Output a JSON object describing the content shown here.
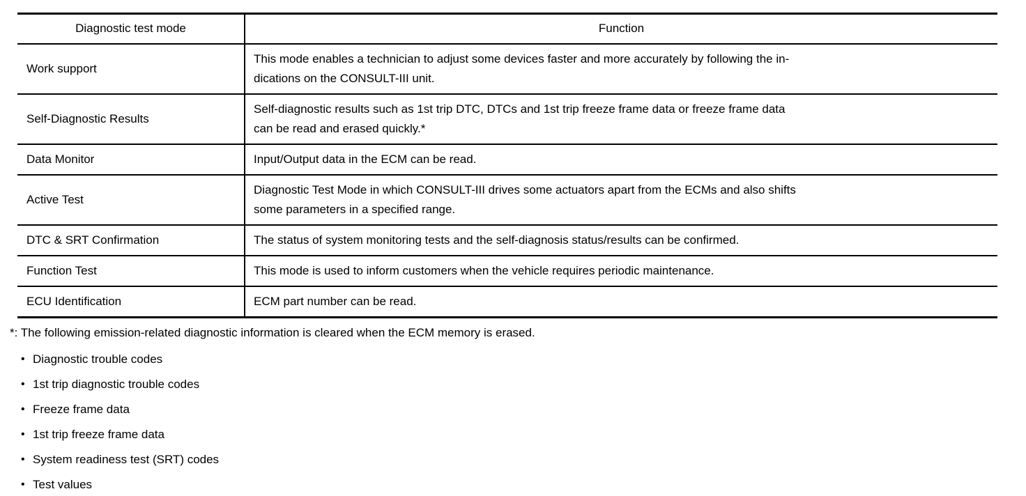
{
  "document": {
    "table": {
      "headers": {
        "mode": "Diagnostic test mode",
        "function": "Function"
      },
      "rows": [
        {
          "mode": "Work support",
          "function": "This mode enables a technician to adjust some devices faster and more accurately by following the in-\ndications on the CONSULT-III unit."
        },
        {
          "mode": "Self-Diagnostic Results",
          "function": "Self-diagnostic results such as 1st trip DTC, DTCs and 1st trip freeze frame data or freeze frame data\ncan be read and erased quickly.*"
        },
        {
          "mode": "Data Monitor",
          "function": "Input/Output data in the ECM can be read."
        },
        {
          "mode": "Active Test",
          "function": "Diagnostic Test Mode in which CONSULT-III drives some actuators apart from the ECMs and also shifts\nsome parameters in a specified range."
        },
        {
          "mode": "DTC & SRT Confirmation",
          "function": "The status of system monitoring tests and the self-diagnosis status/results can be confirmed."
        },
        {
          "mode": "Function Test",
          "function": "This mode is used to inform customers when the vehicle requires periodic maintenance."
        },
        {
          "mode": "ECU Identification",
          "function": "ECM part number can be read."
        }
      ]
    },
    "footnote": "*: The following emission-related diagnostic information is cleared when the ECM memory is erased.",
    "bullet_glyph": "•",
    "bullet_items": [
      "Diagnostic trouble codes",
      "1st trip diagnostic trouble codes",
      "Freeze frame data",
      "1st trip freeze frame data",
      "System readiness test (SRT) codes",
      "Test values"
    ],
    "colors": {
      "text": "#000000",
      "background": "#ffffff",
      "border": "#000000"
    }
  }
}
